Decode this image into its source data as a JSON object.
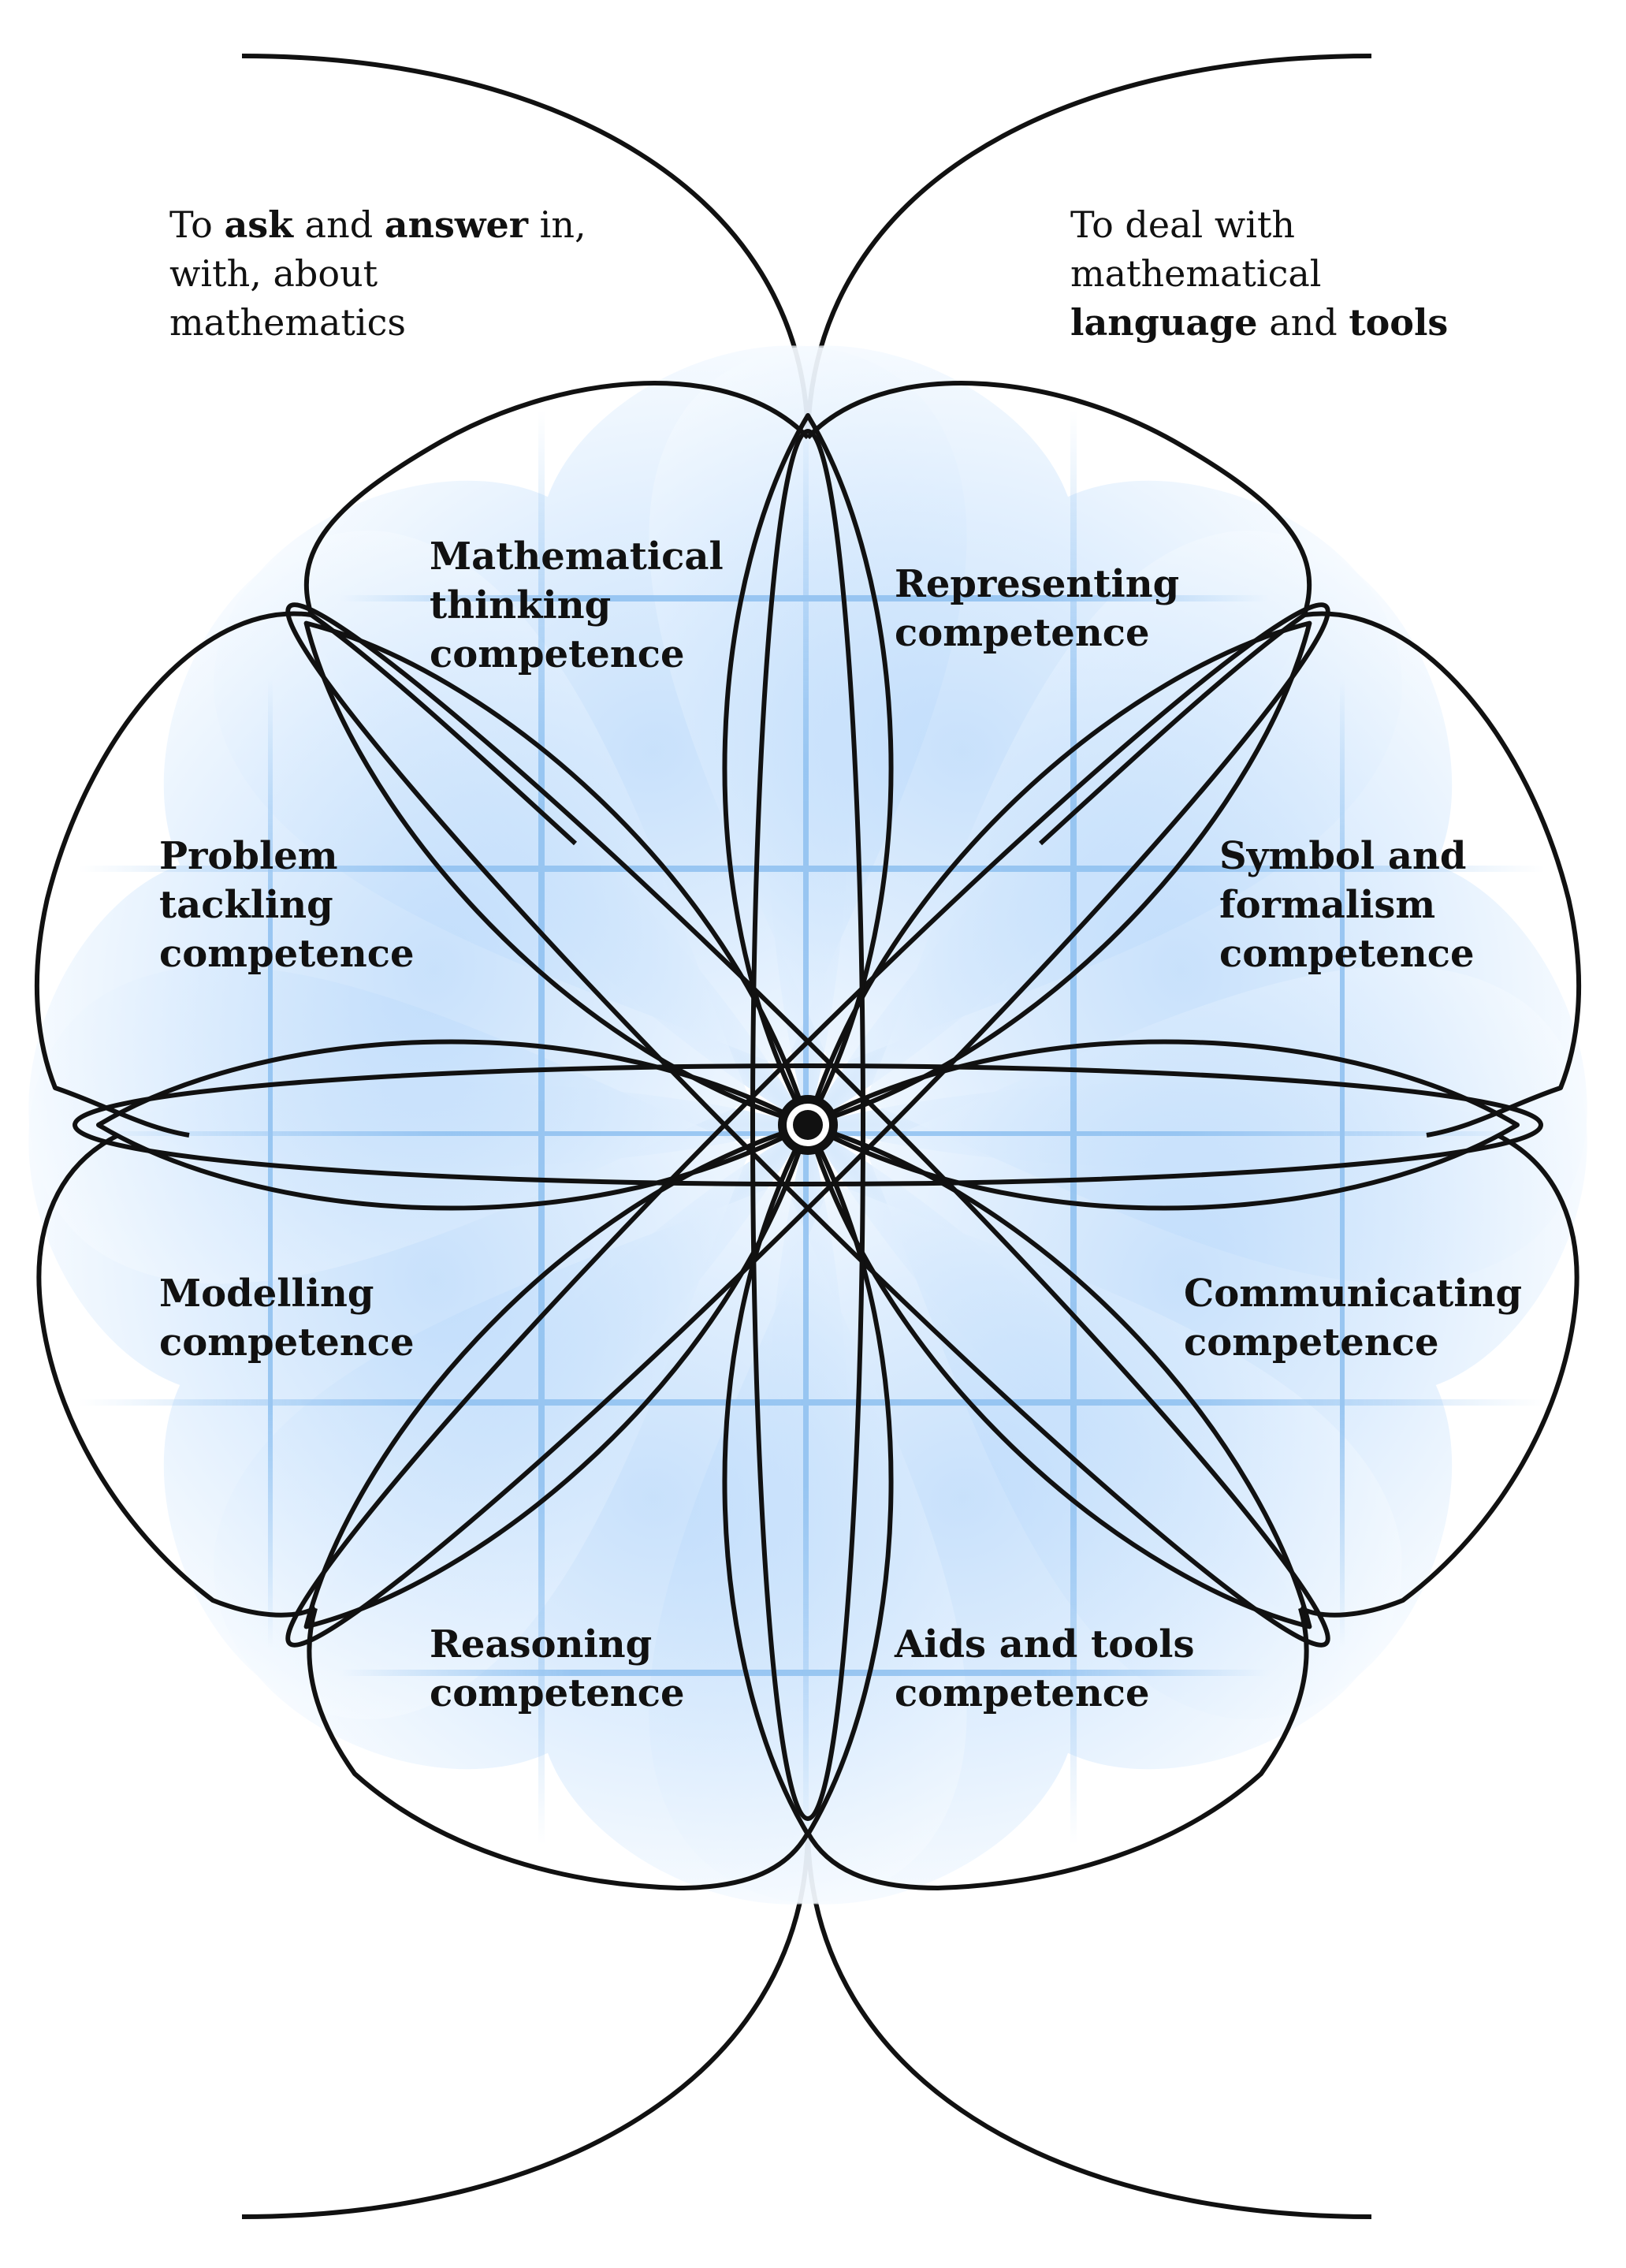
{
  "captions": {
    "left": {
      "line1_a": "To ",
      "line1_b": "ask",
      "line1_c": " and ",
      "line1_d": "answer",
      "line1_e": " in,",
      "line2": "with, about",
      "line3": "mathematics"
    },
    "right": {
      "line1": "To deal with",
      "line2": "mathematical",
      "line3_a": "language",
      "line3_b": " and ",
      "line3_c": "tools"
    }
  },
  "competences": [
    {
      "lines": [
        "Mathematical",
        "thinking",
        "competence"
      ]
    },
    {
      "lines": [
        "Representing",
        "competence"
      ]
    },
    {
      "lines": [
        "Problem",
        "tackling",
        "competence"
      ]
    },
    {
      "lines": [
        "Symbol and",
        "formalism",
        "competence"
      ]
    },
    {
      "lines": [
        "Modelling",
        "competence"
      ]
    },
    {
      "lines": [
        "Communicating",
        "competence"
      ]
    },
    {
      "lines": [
        "Reasoning",
        "competence"
      ]
    },
    {
      "lines": [
        "Aids and tools",
        "competence"
      ]
    }
  ],
  "colors": {
    "petal_center": "#b8d9fb",
    "petal_edge": "#f4f9ff",
    "grid_line": "#8ec0f0",
    "outline": "#111111"
  }
}
